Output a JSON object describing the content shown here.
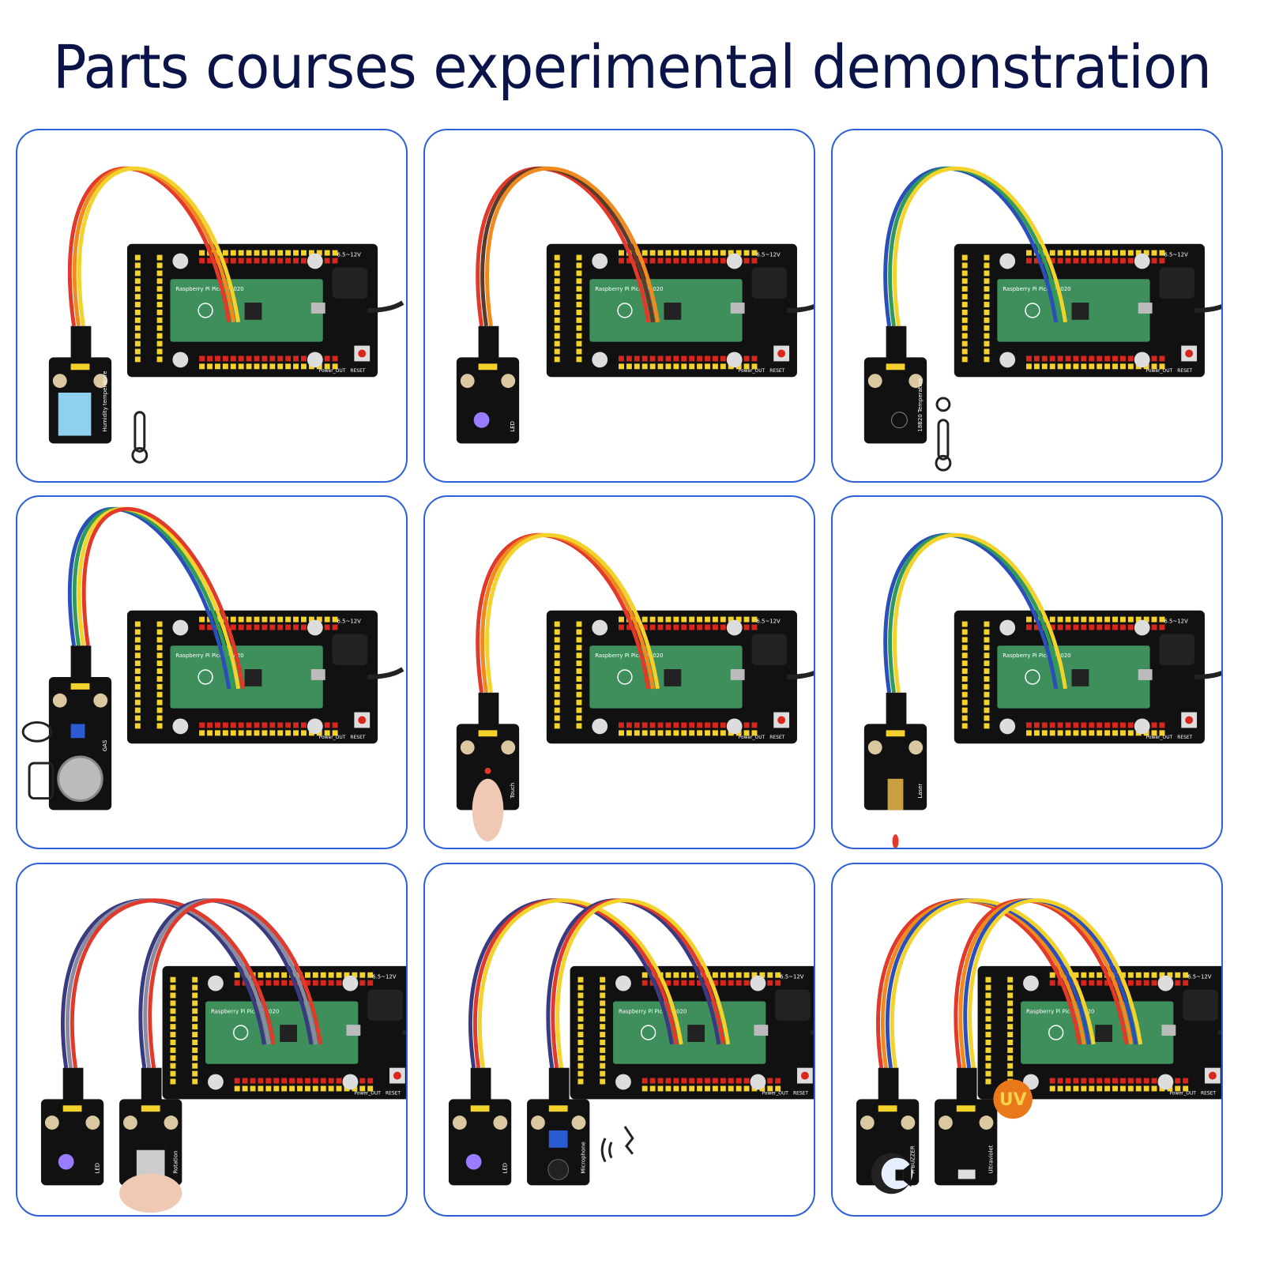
{
  "title": "Parts courses experimental demonstration",
  "colors": {
    "title": "#0b1448",
    "panel_border": "#2f5fd9",
    "pcb": "#111111",
    "header_yellow": "#f2d22b",
    "header_red": "#d8261c",
    "pico_green": "#3f8f5c"
  },
  "board": {
    "chip_label": "Raspberry Pi Pico ©2020",
    "power_label": "6.5~12V",
    "reset_label": "RESET",
    "power_out_label": "Power_OUT"
  },
  "panels": [
    {
      "name": "humidity-temperature",
      "modules": [
        {
          "label": "Humidity temperature",
          "type": "dht"
        }
      ],
      "wires": [
        "#e23a2a",
        "#f08a1e",
        "#f2d22b"
      ],
      "icon": "thermometer-droplet-icon"
    },
    {
      "name": "led",
      "modules": [
        {
          "label": "LED",
          "type": "led"
        }
      ],
      "wires": [
        "#e23a2a",
        "#5a3a2a",
        "#f08a1e"
      ],
      "icon": ""
    },
    {
      "name": "ds18b20-temperature",
      "modules": [
        {
          "label": "18B20 Temperature",
          "type": "temp"
        }
      ],
      "wires": [
        "#2a4fb8",
        "#2f9a5a",
        "#f2d22b"
      ],
      "icon": "sun-thermometer-icon"
    },
    {
      "name": "gas-sensor",
      "modules": [
        {
          "label": "GAS",
          "type": "gas"
        }
      ],
      "wires": [
        "#2a4fb8",
        "#2f9a5a",
        "#f2d22b",
        "#e23a2a"
      ],
      "icon": "gas-cylinder-icon"
    },
    {
      "name": "touch-sensor",
      "modules": [
        {
          "label": "Touch",
          "type": "touch"
        }
      ],
      "wires": [
        "#e23a2a",
        "#f08a1e",
        "#f2d22b"
      ],
      "icon": "finger-icon"
    },
    {
      "name": "laser",
      "modules": [
        {
          "label": "Laser",
          "type": "laser"
        }
      ],
      "wires": [
        "#2a4fb8",
        "#2f9a5a",
        "#f2d22b"
      ],
      "icon": "laser-beam-icon"
    },
    {
      "name": "led-potentiometer",
      "modules": [
        {
          "label": "LED",
          "type": "led"
        },
        {
          "label": "Rotation",
          "type": "pot"
        }
      ],
      "wires": [
        "#3a3a80",
        "#8a8aa0",
        "#e23a2a"
      ],
      "icon": "hand-icon"
    },
    {
      "name": "led-microphone",
      "modules": [
        {
          "label": "LED",
          "type": "led"
        },
        {
          "label": "Microphone",
          "type": "mic"
        }
      ],
      "wires": [
        "#3a3a80",
        "#e23a2a",
        "#f2d22b"
      ],
      "icon": "voice-icon"
    },
    {
      "name": "buzzer-ultraviolet",
      "modules": [
        {
          "label": "A-BUZZER",
          "type": "buzzer"
        },
        {
          "label": "Ultraviolet",
          "type": "uv"
        }
      ],
      "wires": [
        "#e23a2a",
        "#f08a1e",
        "#2a4fb8",
        "#f2d22b"
      ],
      "icon": "speaker-uv-icon",
      "uv_badge": "UV"
    }
  ]
}
